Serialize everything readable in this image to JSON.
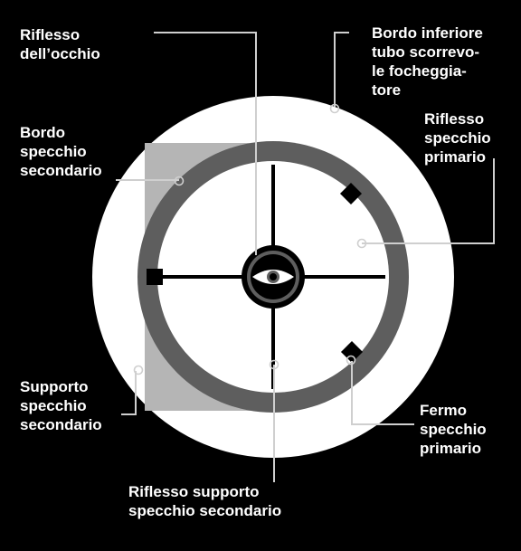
{
  "colors": {
    "background": "#000000",
    "outer_disc": "#ffffff",
    "secondary_support": "#b5b5b5",
    "ring": "#5e5e5e",
    "inner_field": "#ffffff",
    "marks": "#000000",
    "leader": "#cfcfcf",
    "label_text": "#ffffff"
  },
  "icons": {
    "center": "eye-icon",
    "left_clip": "square-marker",
    "primary_clips": "diamond-marker"
  },
  "labels": {
    "riflesso_occhio": "Riflesso\ndell’occhio",
    "bordo_inferiore": "Bordo inferiore\ntubo scorrevo-\nle focheggia-\ntore",
    "bordo_secondario": "Bordo\nspecchio\nsecondario",
    "riflesso_primario": "Riflesso\nspecchio\nprimario",
    "supporto_secondario": "Supporto\nspecchio\nsecondario",
    "fermo_primario": "Fermo\nspecchio\nprimario",
    "riflesso_supporto": "Riflesso supporto\nspecchio secondario"
  }
}
